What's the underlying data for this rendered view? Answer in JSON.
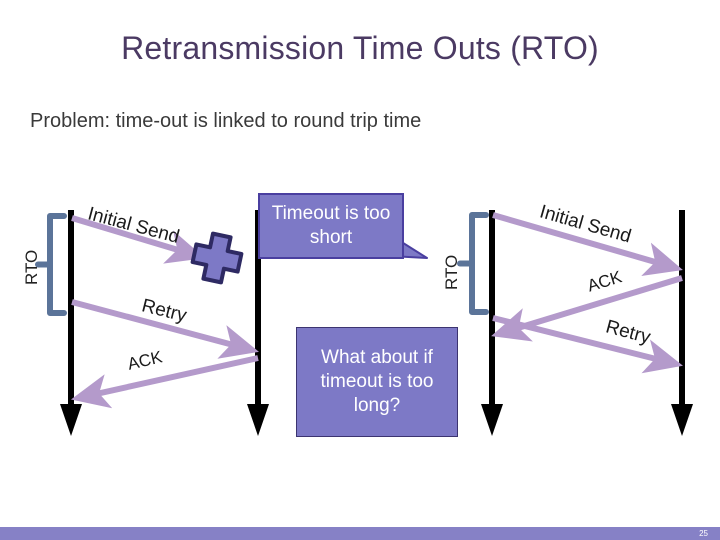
{
  "slide": {
    "title": "Retransmission Time Outs (RTO)",
    "subtitle": "Problem: time-out is linked to round trip time",
    "page_number": "25",
    "colors": {
      "title": "#4B3A63",
      "subtitle": "#3A3A3A",
      "arrow_purple": "#B49ACB",
      "brace_blue": "#5B7499",
      "box_purple": "#7D79C6",
      "box_border": "#4A3FA0",
      "timeline_black": "#000000",
      "footer_bar": "#8681C6"
    }
  },
  "left_diagram": {
    "name": "timeout-too-short-sequence",
    "brace_label": "RTO",
    "messages": [
      {
        "label": "Initial Send",
        "direction": "right",
        "outcome": "lost"
      },
      {
        "label": "Retry",
        "direction": "right",
        "outcome": "delivered"
      },
      {
        "label": "ACK",
        "direction": "left",
        "outcome": "delivered"
      }
    ],
    "loss_marker": "cross-icon"
  },
  "right_diagram": {
    "name": "timeout-too-long-sequence",
    "brace_label": "RTO",
    "messages": [
      {
        "label": "Initial Send",
        "direction": "right",
        "outcome": "delivered"
      },
      {
        "label": "ACK",
        "direction": "left",
        "outcome": "delivered"
      },
      {
        "label": "Retry",
        "direction": "right",
        "outcome": "delivered"
      }
    ]
  },
  "callouts": {
    "too_short": "Timeout is too short",
    "too_long": "What about if timeout is too long?"
  },
  "labels": {
    "initial_send": "Initial Send",
    "retry": "Retry",
    "ack": "ACK",
    "rto": "RTO"
  }
}
